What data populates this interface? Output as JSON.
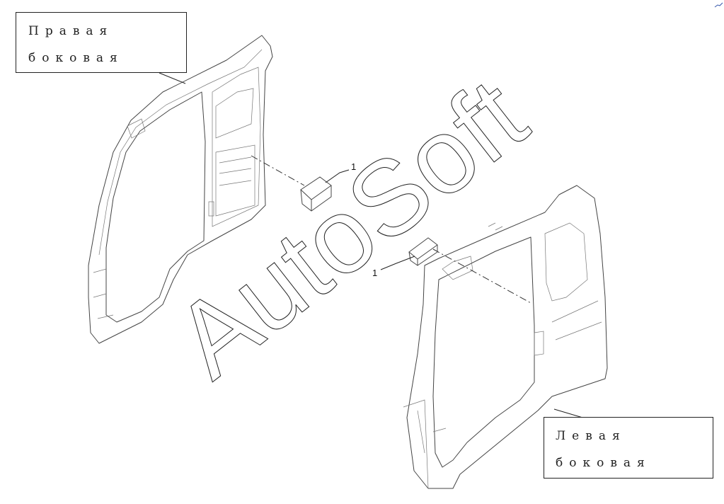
{
  "labels": {
    "right_side": [
      "Правая",
      "боковая"
    ],
    "left_side": [
      "Левая",
      "боковая"
    ]
  },
  "callouts": {
    "upper": "1",
    "lower": "1"
  },
  "watermark": "AutoSoft",
  "colors": {
    "line": "#444444",
    "text": "#222222",
    "background": "#ffffff"
  }
}
